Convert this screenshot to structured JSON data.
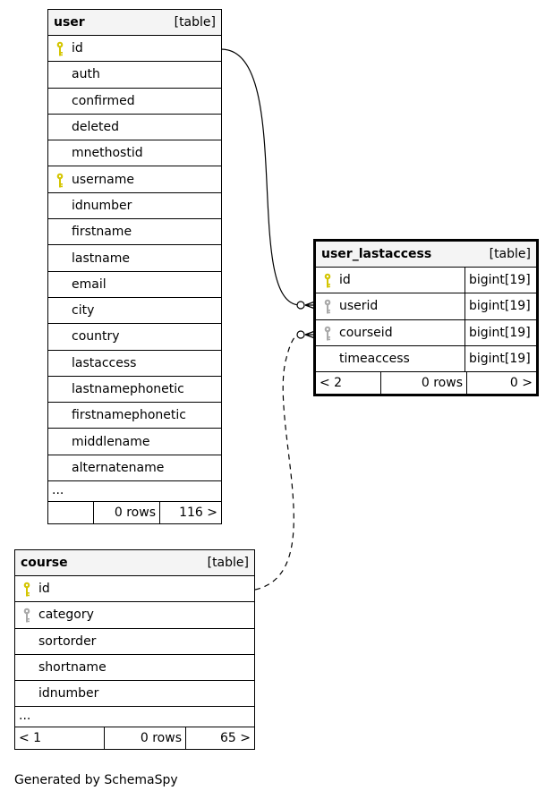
{
  "colors": {
    "primary_key": "#d4c500",
    "foreign_key": "#a8a8a8",
    "header_bg": "#f4f4f4"
  },
  "user": {
    "name": "user",
    "kind": "[table]",
    "columns": [
      {
        "name": "id",
        "key": "primary"
      },
      {
        "name": "auth",
        "key": "none"
      },
      {
        "name": "confirmed",
        "key": "none"
      },
      {
        "name": "deleted",
        "key": "none"
      },
      {
        "name": "mnethostid",
        "key": "none"
      },
      {
        "name": "username",
        "key": "primary"
      },
      {
        "name": "idnumber",
        "key": "none"
      },
      {
        "name": "firstname",
        "key": "none"
      },
      {
        "name": "lastname",
        "key": "none"
      },
      {
        "name": "email",
        "key": "none"
      },
      {
        "name": "city",
        "key": "none"
      },
      {
        "name": "country",
        "key": "none"
      },
      {
        "name": "lastaccess",
        "key": "none"
      },
      {
        "name": "lastnamephonetic",
        "key": "none"
      },
      {
        "name": "firstnamephonetic",
        "key": "none"
      },
      {
        "name": "middlename",
        "key": "none"
      },
      {
        "name": "alternatename",
        "key": "none"
      }
    ],
    "ellipsis": "...",
    "footer": {
      "left": "",
      "rows": "0 rows",
      "right": "116 >"
    }
  },
  "user_lastaccess": {
    "name": "user_lastaccess",
    "kind": "[table]",
    "columns": [
      {
        "name": "id",
        "type": "bigint[19]",
        "key": "primary"
      },
      {
        "name": "userid",
        "type": "bigint[19]",
        "key": "foreign"
      },
      {
        "name": "courseid",
        "type": "bigint[19]",
        "key": "foreign"
      },
      {
        "name": "timeaccess",
        "type": "bigint[19]",
        "key": "none"
      }
    ],
    "footer": {
      "left": "< 2",
      "rows": "0 rows",
      "right": "0 >"
    }
  },
  "course": {
    "name": "course",
    "kind": "[table]",
    "columns": [
      {
        "name": "id",
        "key": "primary"
      },
      {
        "name": "category",
        "key": "foreign"
      },
      {
        "name": "sortorder",
        "key": "none"
      },
      {
        "name": "shortname",
        "key": "none"
      },
      {
        "name": "idnumber",
        "key": "none"
      }
    ],
    "ellipsis": "...",
    "footer": {
      "left": "< 1",
      "rows": "0 rows",
      "right": "65 >"
    }
  },
  "credit": "Generated by SchemaSpy"
}
